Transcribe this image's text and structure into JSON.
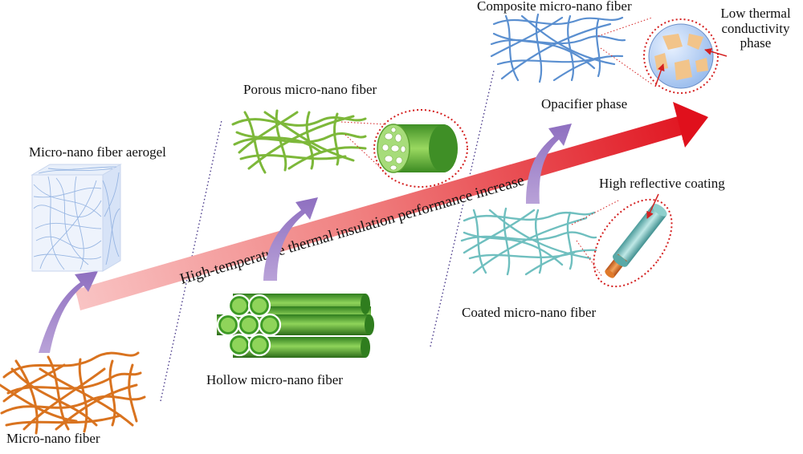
{
  "labels": {
    "micro_nano_fiber": "Micro-nano fiber",
    "aerogel": "Micro-nano fiber aerogel",
    "porous": "Porous micro-nano fiber",
    "hollow": "Hollow micro-nano fiber",
    "composite": "Composite micro-nano fiber",
    "opacifier": "Opacifier phase",
    "low_thermal_line1": "Low thermal",
    "low_thermal_line2": "conductivity",
    "low_thermal_line3": "phase",
    "reflective": "High reflective coating",
    "coated": "Coated micro-nano fiber"
  },
  "arrow_text": "High-temperature thermal insulation performance increase",
  "colors": {
    "orange_fiber": "#d9731f",
    "blue_fiber": "#8fb0e0",
    "green_fiber": "#7db83a",
    "hollow_green": "#4caf2f",
    "composite_fiber": "#5a8fd0",
    "coated_fiber": "#6fbfbf",
    "arrow_red": "#e0202a",
    "arrow_pink": "#f7b6b6",
    "purple_arrow": "#a58bc8",
    "dotted_red": "#d42020"
  }
}
